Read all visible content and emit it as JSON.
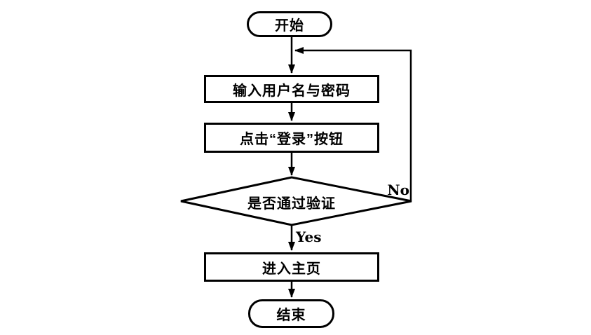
{
  "flowchart": {
    "title": "login-flow",
    "colors": {
      "background": "#ffffff",
      "line": "#000000",
      "node_fill": "#ffffff",
      "text": "#000000"
    },
    "nodes": {
      "start": {
        "type": "terminator",
        "label": "开始"
      },
      "input": {
        "type": "process",
        "label": "输入用户名与密码"
      },
      "click": {
        "type": "process",
        "label": "点击“登录”按钮"
      },
      "decision": {
        "type": "decision",
        "label": "是否通过验证"
      },
      "home": {
        "type": "process",
        "label": "进入主页"
      },
      "end": {
        "type": "terminator",
        "label": "结束"
      }
    },
    "edges": [
      {
        "from": "start",
        "to": "input",
        "label": ""
      },
      {
        "from": "input",
        "to": "click",
        "label": ""
      },
      {
        "from": "click",
        "to": "decision",
        "label": ""
      },
      {
        "from": "decision",
        "to": "home",
        "label": "Yes"
      },
      {
        "from": "decision",
        "to": "input",
        "label": "No"
      },
      {
        "from": "home",
        "to": "end",
        "label": ""
      }
    ],
    "edge_labels": {
      "yes": "Yes",
      "no": "No"
    }
  }
}
